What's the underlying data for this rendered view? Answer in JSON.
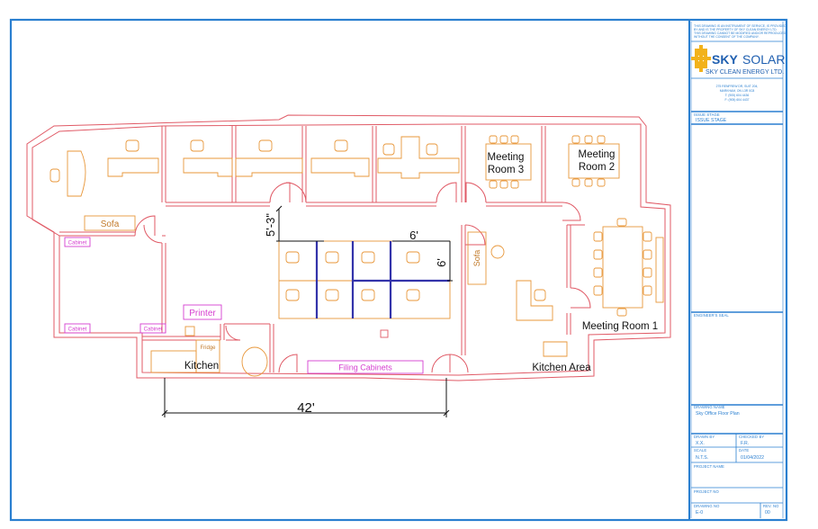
{
  "title_block": {
    "disclaimer": "THIS DRAWING IS AN INSTRUMENT OF SERVICE, IS PROVIDED BY AND IS THE PROPERTY OF SKY CLEAN ENERGY LTD. THIS DRAWING CANNOT BE MODIFIED AND/OR REPRODUCED WITHOUT THE CONSENT OF THE COMPANY.",
    "logo_sky": "SKY",
    "logo_solar": "SOLAR",
    "company": "SKY CLEAN ENERGY LTD.",
    "address_line1": "275 RENFREW DR, SUIT 204,",
    "address_line2": "MARKHAM, ON L3R 0C8",
    "phone": "T: (905) 604 4436",
    "fax": "F: (905) 604 4437",
    "issue_stage_label": "ISSUE STAGE",
    "issue_stage_value": "ISSUE STAGE",
    "engineers_seal_label": "ENGINEER'S SEAL",
    "drawing_name_label": "DRAWING NAME",
    "drawing_name_value": "Sky Office Floor Plan",
    "drawn_by_label": "DRAWN BY",
    "drawn_by_value": "X.X.",
    "checked_by_label": "CHECKED BY",
    "checked_by_value": "F.R.",
    "scale_label": "SCALE",
    "scale_value": "N.T.S.",
    "date_label": "DATE",
    "date_value": "01/04/2022",
    "project_name_label": "PROJECT NAME",
    "project_no_label": "PROJECT NO",
    "drawing_no_label": "DRAWING NO",
    "drawing_no_value": "E-0",
    "rev_no_label": "REV. NO",
    "rev_no_value": "00"
  },
  "rooms": {
    "meeting_room_3_line1": "Meeting",
    "meeting_room_3_line2": "Room 3",
    "meeting_room_2_line1": "Meeting",
    "meeting_room_2_line2": "Room 2",
    "meeting_room_1": "Meeting Room 1",
    "kitchen": "Kitchen",
    "kitchen_area": "Kitchen Area"
  },
  "fixtures": {
    "sofa_left": "Sofa",
    "sofa_right": "Sofa",
    "cabinet_top": "Cabinet",
    "cabinet_bottom_left": "Cabinet",
    "cabinet_bottom_right": "Cabinet",
    "printer": "Printer",
    "fridge": "Fridge",
    "filing_cabinets": "Filing Cabinets"
  },
  "dimensions": {
    "width_42": "42'",
    "height_5_3": "5'-3\"",
    "width_6": "6'",
    "height_6": "6'"
  },
  "colors": {
    "title_block_blue": "#2a7fd0",
    "wall_red": "#e05a66",
    "furniture_orange": "#e8973a",
    "label_magenta": "#d63fd0",
    "workstation_partition": "#3333aa"
  }
}
